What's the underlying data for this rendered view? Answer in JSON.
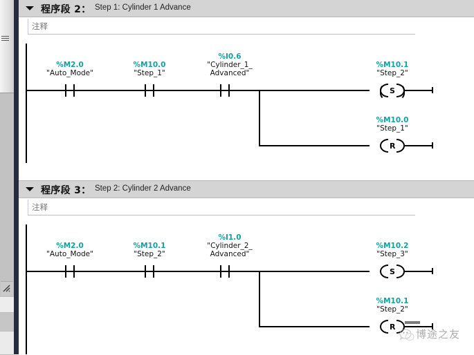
{
  "app": {
    "editor": "TIA Portal LAD Editor",
    "language": "LAD"
  },
  "gutter": {
    "grip_icon": "drag-grip-icon",
    "resize_icon": "resize-grip-icon"
  },
  "networks": [
    {
      "id": "network-2",
      "collapse_icon": "chevron-down-icon",
      "title": "程序段 2：",
      "description": "Step 1: Cylinder 1 Advance",
      "comment_placeholder": "注释",
      "contacts": [
        {
          "addr": "%M2.0",
          "sym": "\"Auto_Mode\"",
          "sym2": "",
          "type": "NO-contact"
        },
        {
          "addr": "%M10.0",
          "sym": "\"Step_1\"",
          "sym2": "",
          "type": "NO-contact"
        },
        {
          "addr": "%I0.6",
          "sym": "\"Cylinder_1_",
          "sym2": "Advanced\"",
          "type": "NO-contact"
        }
      ],
      "coils": [
        {
          "addr": "%M10.1",
          "sym": "\"Step_2\"",
          "op": "S",
          "type": "set-coil"
        },
        {
          "addr": "%M10.0",
          "sym": "\"Step_1\"",
          "op": "R",
          "type": "reset-coil"
        }
      ]
    },
    {
      "id": "network-3",
      "collapse_icon": "chevron-down-icon",
      "title": "程序段 3：",
      "description": "Step 2: Cylinder 2 Advance",
      "comment_placeholder": "注释",
      "contacts": [
        {
          "addr": "%M2.0",
          "sym": "\"Auto_Mode\"",
          "sym2": "",
          "type": "NO-contact"
        },
        {
          "addr": "%M10.1",
          "sym": "\"Step_2\"",
          "sym2": "",
          "type": "NO-contact"
        },
        {
          "addr": "%I1.0",
          "sym": "\"Cylinder_2_",
          "sym2": "Advanced\"",
          "type": "NO-contact"
        }
      ],
      "coils": [
        {
          "addr": "%M10.2",
          "sym": "\"Step_3\"",
          "op": "S",
          "type": "set-coil"
        },
        {
          "addr": "%M10.1",
          "sym": "\"Step_2\"",
          "op": "R",
          "type": "reset-coil"
        }
      ]
    }
  ],
  "watermark": {
    "text": "博途之友",
    "icon": "wechat-logo-icon"
  },
  "colors": {
    "address_teal": "#12a0a0",
    "header_band": "#d4d4d4",
    "rail_dark": "#262b3d",
    "wire_black": "#000000",
    "comment_gray": "#7a7a7a"
  }
}
